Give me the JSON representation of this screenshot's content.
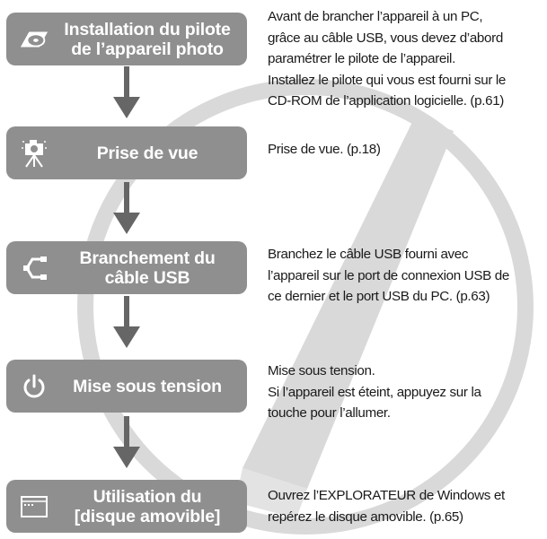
{
  "steps": [
    {
      "icon": "cd-disc-icon",
      "title": "Installation du pilote\nde l’appareil photo",
      "description": "Avant de brancher l’appareil à un PC,\ngrâce au câble USB, vous devez d’abord\nparamétrer le pilote de l’appareil.\nInstallez le pilote qui vous est fourni sur le\nCD-ROM de l’application logicielle. (p.61)"
    },
    {
      "icon": "camera-tripod-icon",
      "title": "Prise de vue",
      "description": "Prise de vue. (p.18)"
    },
    {
      "icon": "usb-cable-icon",
      "title": "Branchement du\ncâble USB",
      "description": "Branchez le câble USB fourni avec\nl’appareil sur le port de connexion USB de\nce dernier et le port USB du PC. (p.63)"
    },
    {
      "icon": "power-icon",
      "title": "Mise sous tension",
      "description": "Mise sous tension.\nSi l’appareil est éteint, appuyez sur la\ntouche pour l’allumer."
    },
    {
      "icon": "removable-disk-icon",
      "title": "Utilisation du\n[disque amovible]",
      "description": "Ouvrez l’EXPLORATEUR de Windows et\nrepérez le disque amovible. (p.65)"
    }
  ],
  "colors": {
    "box": "#8f8f8f",
    "arrow": "#666666",
    "watermark": "#d9d9d9",
    "text": "#1a1a1a"
  }
}
